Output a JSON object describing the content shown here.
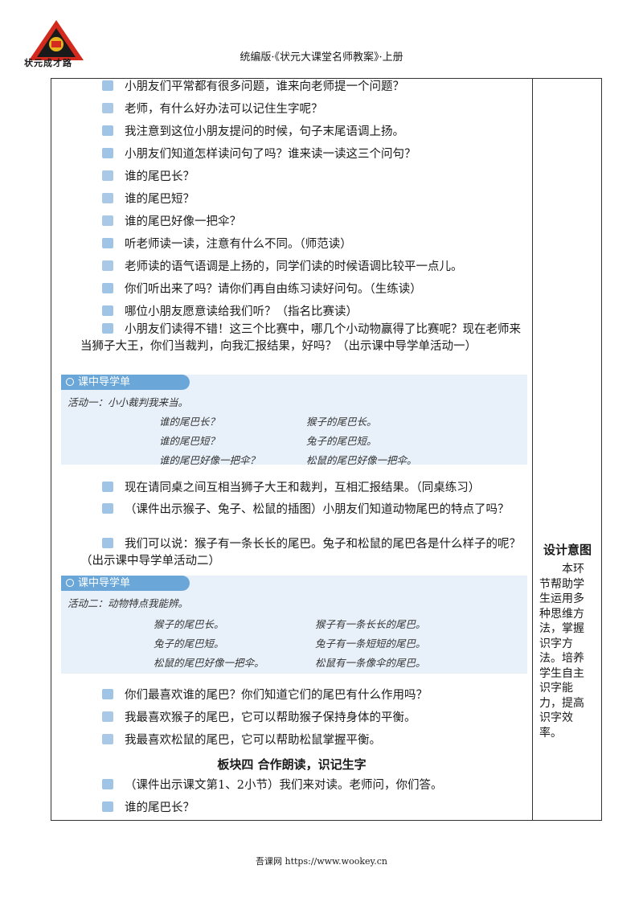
{
  "header": {
    "logo_text": "状元成才路",
    "title": "统编版·《状元大课堂名师教案》·上册"
  },
  "lines": [
    {
      "role": "t",
      "text": "小朋友们平常都有很多问题，谁来向老师提一个问题？"
    },
    {
      "role": "s",
      "text": "老师，有什么好办法可以记住生字呢？"
    },
    {
      "role": "t",
      "text": "我注意到这位小朋友提问的时候，句子末尾语调上扬。"
    },
    {
      "role": "t",
      "text": "小朋友们知道怎样读问句了吗？谁来读一读这三个问句？"
    },
    {
      "role": "s",
      "text": "谁的尾巴长？"
    },
    {
      "role": "s",
      "text": "谁的尾巴短？"
    },
    {
      "role": "s",
      "text": "谁的尾巴好像一把伞？"
    },
    {
      "role": "t",
      "text": "听老师读一读，注意有什么不同。（师范读）"
    },
    {
      "role": "s",
      "text": "老师读的语气语调是上扬的，同学们读的时候语调比较平一点儿。"
    },
    {
      "role": "t",
      "text": "你们听出来了吗？请你们再自由练习读好问句。（生练读）"
    },
    {
      "role": "t",
      "text": "哪位小朋友愿意读给我们听？（指名比赛读）"
    }
  ],
  "para1": "小朋友们读得不错！这三个比赛中，哪几个小动物赢得了比赛呢？现在老师来当狮子大王，你们当裁判，向我汇报结果，好吗？（出示课中导学单活动一）",
  "guide1": {
    "heading": "课中导学单",
    "activity": "活动一：小小裁判我来当。",
    "left": [
      "谁的尾巴长？",
      "谁的尾巴短？",
      "谁的尾巴好像一把伞？"
    ],
    "right": [
      "猴子的尾巴长。",
      "兔子的尾巴短。",
      "松鼠的尾巴好像一把伞。"
    ]
  },
  "line_mid1": "现在请同桌之间互相当狮子大王和裁判，互相汇报结果。（同桌练习）",
  "para2": "（课件出示猴子、兔子、松鼠的插图）小朋友们知道动物尾巴的特点了吗？",
  "para3": "我们可以说：猴子有一条长长的尾巴。兔子和松鼠的尾巴各是什么样子的呢？（出示课中导学单活动二）",
  "guide2": {
    "heading": "课中导学单",
    "activity": "活动二：动物特点我能辨。",
    "left": [
      "猴子的尾巴长。",
      "兔子的尾巴短。",
      "松鼠的尾巴好像一把伞。"
    ],
    "right": [
      "猴子有一条长长的尾巴。",
      "兔子有一条短短的尾巴。",
      "松鼠有一条像伞的尾巴。"
    ]
  },
  "lines2": [
    {
      "role": "t",
      "text": "你们最喜欢谁的尾巴？你们知道它们的尾巴有什么作用吗？"
    },
    {
      "role": "s",
      "text": "我最喜欢猴子的尾巴，它可以帮助猴子保持身体的平衡。"
    },
    {
      "role": "s",
      "text": "我最喜欢松鼠的尾巴，它可以帮助松鼠掌握平衡。"
    }
  ],
  "section4": "板块四  合作朗读，识记生字",
  "lines3": [
    {
      "role": "t",
      "text": "（课件出示课文第1、2小节）我们来对读。老师问，你们答。"
    },
    {
      "role": "t",
      "text": "谁的尾巴长？"
    }
  ],
  "design": {
    "title": "设计意图",
    "lines": [
      "　　本环",
      "节帮助学",
      "生运用多",
      "种思维方",
      "法，掌握",
      "识字方",
      "法。培养",
      "学生自主",
      "识字能",
      "力，提高",
      "识字效",
      "率。"
    ]
  },
  "footer": "吾课网 https://www.wookey.cn",
  "colors": {
    "guide_bg": "#e8f1fa",
    "guide_head": "#6aa7d8",
    "tag": "#9fc4e6"
  }
}
